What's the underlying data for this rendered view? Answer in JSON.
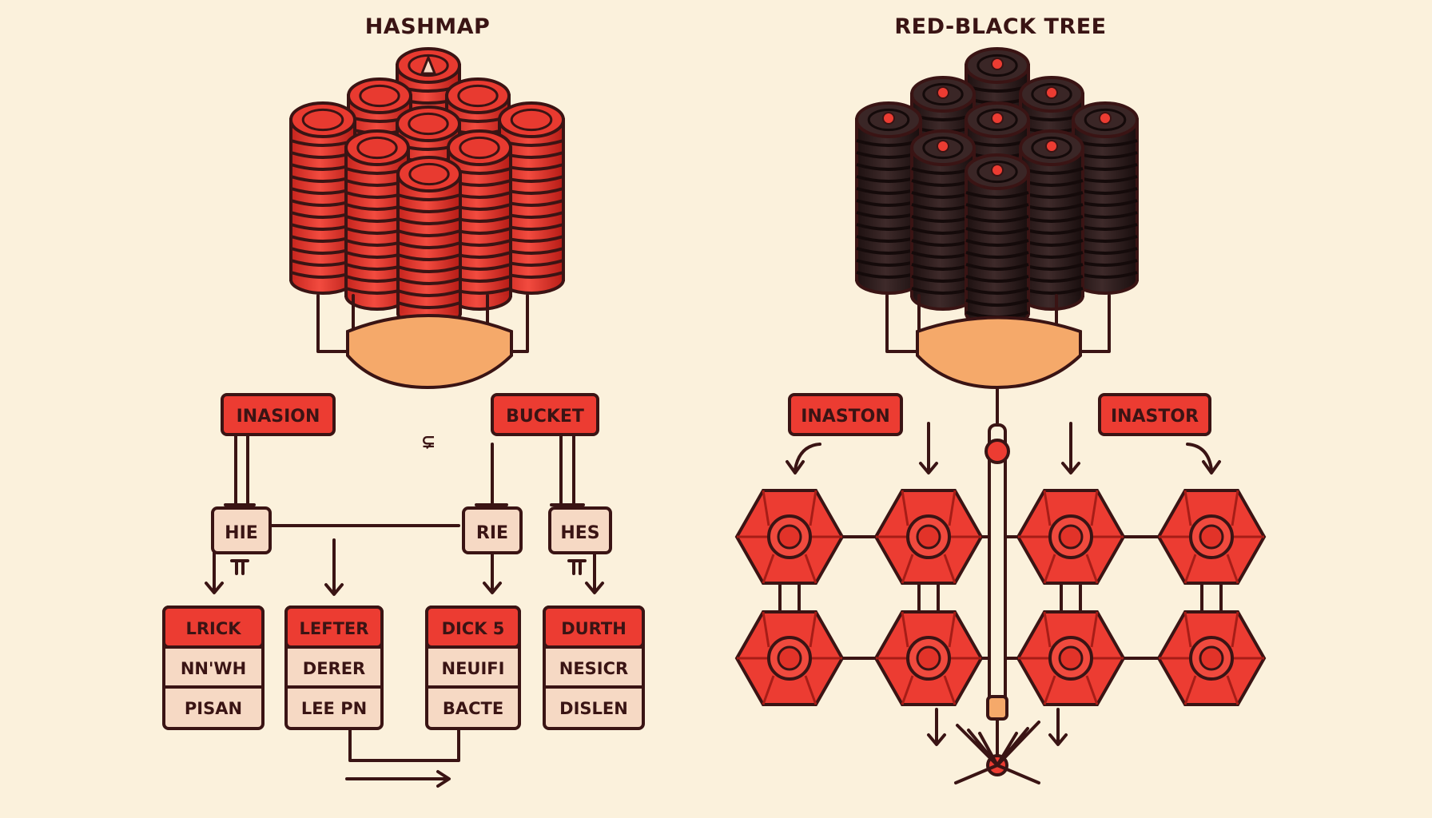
{
  "titles": {
    "left": "HASHMAP",
    "right": "RED-BLACK TREE"
  },
  "colors": {
    "background": "#fbf1dc",
    "red": "#ec3c32",
    "dark": "#3a1414",
    "black_cylinder": "#2b1a1a",
    "tan": "#f6d9c4",
    "base": "#f5a96a"
  },
  "hashmap": {
    "labels": {
      "inasion": "INASION",
      "bucket": "BUCKET"
    },
    "small_boxes": [
      "HIE",
      "RIE",
      "HES"
    ],
    "symbol": "⊊",
    "tables": [
      {
        "header": "LRICK",
        "rows": [
          "NN'WH",
          "PISAN"
        ]
      },
      {
        "header": "LEFTER",
        "rows": [
          "DERER",
          "LEE PN"
        ]
      },
      {
        "header": "DICK 5",
        "rows": [
          "NEUIFI",
          "BACTE"
        ]
      },
      {
        "header": "DURTH",
        "rows": [
          "NESICR",
          "DISLEN"
        ]
      }
    ]
  },
  "rbtree": {
    "labels": {
      "left": "INASTON",
      "right": "INASTOR"
    }
  }
}
